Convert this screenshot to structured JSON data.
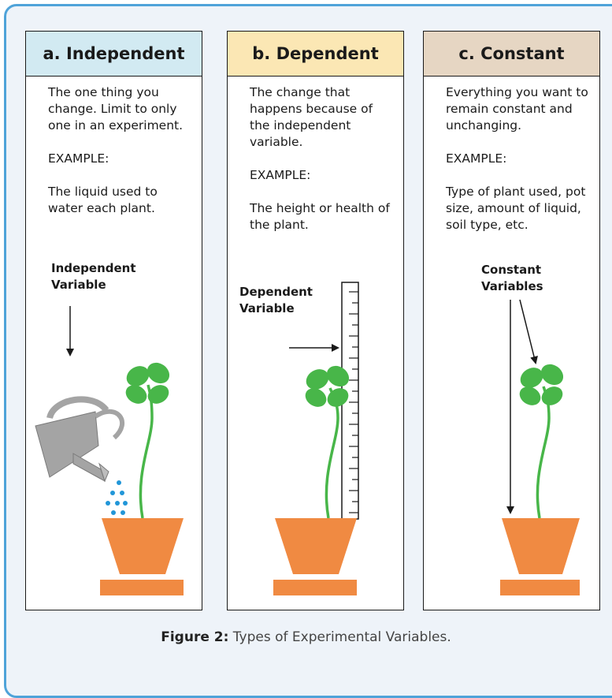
{
  "panels": [
    {
      "title": "a. Independent",
      "header_color": "#d2eaf2",
      "description": "The one thing you change.  Limit to only one in an experiment.",
      "example_heading": "EXAMPLE:",
      "example_text": "The liquid used to water each plant.",
      "label_line1": "Independent",
      "label_line2": "Variable"
    },
    {
      "title": "b. Dependent",
      "header_color": "#fbe7b4",
      "description": "The change that happens because of the independent variable.",
      "example_heading": "EXAMPLE:",
      "example_text": "The height or health of the plant.",
      "label_line1": "Dependent",
      "label_line2": "Variable"
    },
    {
      "title": "c. Constant",
      "header_color": "#e6d6c3",
      "description": "Everything you want to remain constant and unchanging.",
      "example_heading": "EXAMPLE:",
      "example_text": "Type of plant used, pot size, amount of liquid, soil type, etc.",
      "label_line1": "Constant",
      "label_line2": "Variables"
    }
  ],
  "caption": {
    "label": "Figure 2:",
    "text": " Types of Experimental Variables."
  },
  "colors": {
    "frame_border": "#4fa3d9",
    "frame_background": "#eef3f9",
    "pot": "#f08a42",
    "leaf": "#48b649",
    "watering_can": "#a4a4a4",
    "water_drops": "#2196d8"
  },
  "icons": [
    "watering-can-icon",
    "plant-icon",
    "flower-pot-icon",
    "ruler-icon",
    "water-drops-icon",
    "arrow-icon"
  ]
}
